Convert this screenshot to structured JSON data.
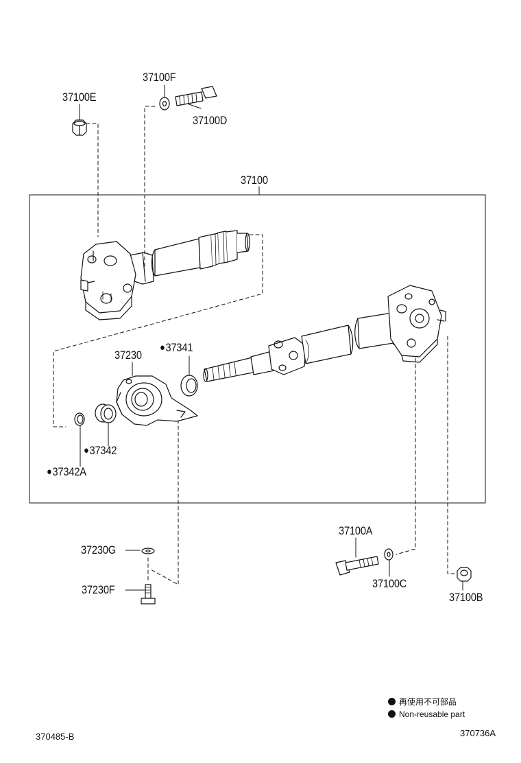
{
  "parts": {
    "p37100E": "37100E",
    "p37100F": "37100F",
    "p37100D": "37100D",
    "p37100": "37100",
    "p37230": "37230",
    "p37341": "37341",
    "p37342": "37342",
    "p37342A": "37342A",
    "p37100A": "37100A",
    "p37230G": "37230G",
    "p37230F": "37230F",
    "p37100C": "37100C",
    "p37100B": "37100B"
  },
  "non_reusable_marker": "●",
  "legend": {
    "japanese": "再使用不可部品",
    "english": "Non-reusable part"
  },
  "codes": {
    "left": "370485-B",
    "right": "370736A"
  },
  "colors": {
    "line": "#111111",
    "background": "#ffffff"
  }
}
